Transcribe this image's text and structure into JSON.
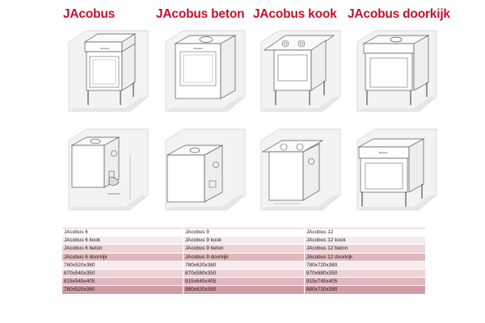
{
  "titles": [
    "JAcobus",
    "JAcobus beton",
    "JAcobus kook",
    "JAcobus doorkijk"
  ],
  "figures": [
    {
      "name": "jacobus-front-view",
      "label": "JAcobus front view drawing"
    },
    {
      "name": "jacobus-beton-front-view",
      "label": "JAcobus beton front view drawing"
    },
    {
      "name": "jacobus-kook-front-view",
      "label": "JAcobus kook front view drawing"
    },
    {
      "name": "jacobus-doorkijk-front-view",
      "label": "JAcobus doorkijk front view drawing"
    },
    {
      "name": "jacobus-rear-view",
      "label": "JAcobus rear view drawing"
    },
    {
      "name": "jacobus-beton-rear-view",
      "label": "JAcobus beton rear view drawing"
    },
    {
      "name": "jacobus-kook-rear-view",
      "label": "JAcobus kook rear view drawing"
    },
    {
      "name": "jacobus-doorkijk-rear-view",
      "label": "JAcobus doorkijk rear view drawing"
    }
  ],
  "table": {
    "header": [
      "JAcobus 6",
      "JAcobus 9",
      "JAcobus 12"
    ],
    "rows": [
      [
        "JAcobus 6 kook",
        "JAcobus 9 kook",
        "JAcobus 12 kook"
      ],
      [
        "JAcobus 6 beton",
        "JAcobus 9 beton",
        "JAcobus 12 beton"
      ],
      [
        "JAcobus 6 doorkijk",
        "JAcobus 9 doorkijk",
        "JAcobus 12 doorkijk"
      ],
      [
        "780x520x380",
        "780x620x380",
        "780x720x380"
      ],
      [
        "870x540x350",
        "870x580x350",
        "870x680x350"
      ],
      [
        "815x545x405",
        "915x645x405",
        "915x745x405"
      ],
      [
        "780x520x390",
        "880x620x390",
        "880x720x390"
      ]
    ]
  },
  "colors": {
    "title": "#c8102e",
    "line": "#555555",
    "wall": "#c9a6ad",
    "floor": "#ebebeb"
  }
}
